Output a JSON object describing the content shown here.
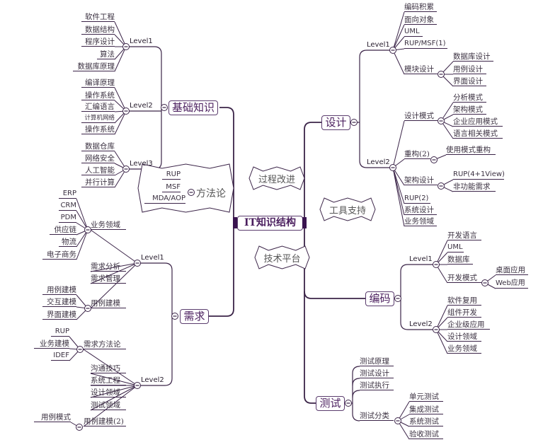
{
  "root": "IT知识结构",
  "callouts": {
    "process": "过程改进",
    "tools": "工具支持",
    "platform": "技术平台"
  },
  "colors": {
    "line": "#3b2448",
    "node_text": "#4a1e5e",
    "root_tab": "#3a1450"
  },
  "icons": {
    "collapse": "minus-circle-icon"
  },
  "basics": {
    "label": "基础知识",
    "level1": {
      "label": "Level1",
      "items": [
        "软件工程",
        "数据结构",
        "程序设计",
        "算法",
        "数据库原理"
      ]
    },
    "level2": {
      "label": "Level2",
      "items": [
        "编译原理",
        "操作系统",
        "汇编语言",
        "计算机网络",
        "操作系统"
      ]
    },
    "level3": {
      "label": "Level3",
      "items": [
        "数据仓库",
        "网络安全",
        "人工智能",
        "并行计算"
      ]
    },
    "methodology": {
      "label": "方法论",
      "items": [
        "RUP",
        "MSF",
        "MDA/AOP"
      ]
    }
  },
  "requirements": {
    "label": "需求",
    "level1": {
      "label": "Level1",
      "items": [
        {
          "label": "业务领域",
          "children": [
            "ERP",
            "CRM",
            "PDM",
            "供应链",
            "物流",
            "电子商务"
          ]
        },
        {
          "label": "需求分析"
        },
        {
          "label": "需求管理"
        },
        {
          "label": "用例建模",
          "children": [
            "用例建模",
            "交互建模",
            "界面建模"
          ]
        }
      ]
    },
    "level2": {
      "label": "Level2",
      "items": [
        {
          "label": "需求方法论",
          "children": [
            "RUP",
            "业务建模",
            "IDEF"
          ]
        },
        {
          "label": "沟通技巧"
        },
        {
          "label": "系统工程"
        },
        {
          "label": "设计领域"
        },
        {
          "label": "测试领域"
        },
        {
          "label": "用例建模(2)",
          "children": [
            "用例模式"
          ]
        }
      ]
    }
  },
  "design": {
    "label": "设计",
    "level1": {
      "label": "Level1",
      "items": [
        {
          "label": "编码积累"
        },
        {
          "label": "面向对象"
        },
        {
          "label": "UML"
        },
        {
          "label": "RUP/MSF(1)"
        },
        {
          "label": "模块设计",
          "children": [
            "数据库设计",
            "用例设计",
            "界面设计"
          ]
        }
      ]
    },
    "level2": {
      "label": "Level2",
      "items": [
        {
          "label": "设计模式",
          "children": [
            "分析模式",
            "架构模式",
            "企业应用模式",
            "语言相关模式"
          ]
        },
        {
          "label": "重构(2)",
          "children": [
            "使用模式重构"
          ]
        },
        {
          "label": "架构设计",
          "children": [
            "RUP(4+1View)",
            "非功能需求"
          ]
        },
        {
          "label": "RUP(2)"
        },
        {
          "label": "系统设计"
        },
        {
          "label": "业务领域"
        }
      ]
    }
  },
  "coding": {
    "label": "编码",
    "level1": {
      "label": "Level1",
      "items": [
        {
          "label": "开发语言"
        },
        {
          "label": "UML"
        },
        {
          "label": "数据库"
        },
        {
          "label": "开发模式",
          "children": [
            "桌面应用",
            "Web应用"
          ]
        }
      ]
    },
    "level2": {
      "label": "Level2",
      "items": [
        "软件复用",
        "组件开发",
        "企业级应用",
        "设计领域",
        "业务领域"
      ]
    }
  },
  "testing": {
    "label": "测试",
    "items": [
      {
        "label": "测试原理"
      },
      {
        "label": "测试设计"
      },
      {
        "label": "测试执行"
      },
      {
        "label": "测试分类",
        "children": [
          "单元测试",
          "集成测试",
          "系统测试",
          "验收测试"
        ]
      }
    ]
  }
}
